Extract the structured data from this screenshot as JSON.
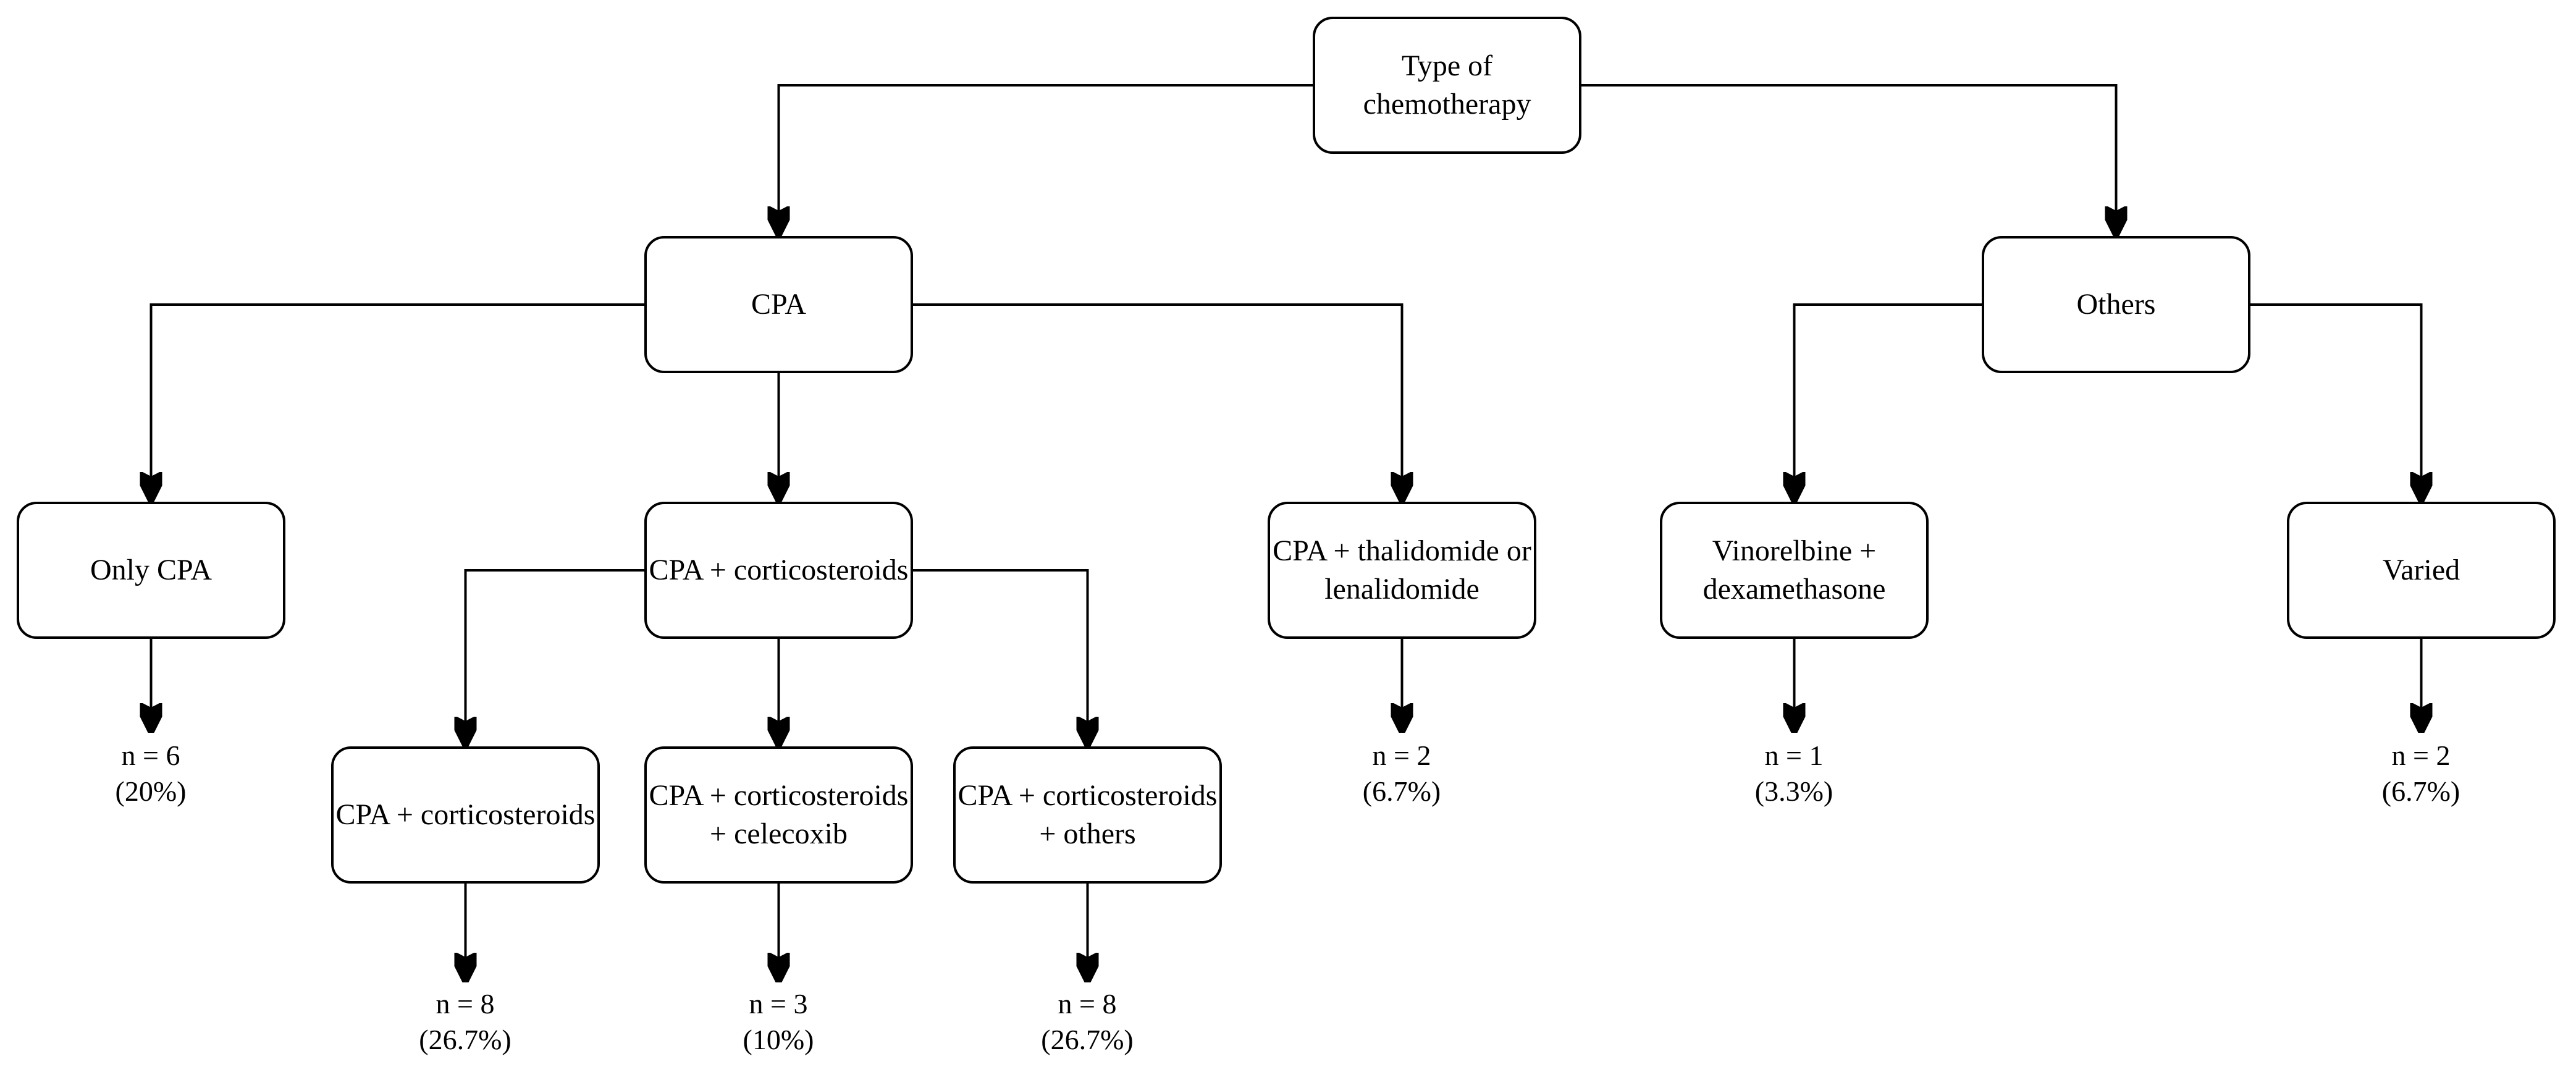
{
  "diagram": {
    "type": "flowchart",
    "background_color": "#ffffff",
    "box_fill": "#ffffff",
    "box_border_color": "#000000",
    "line_color": "#000000",
    "text_color": "#000000"
  },
  "nodes": {
    "root": {
      "label": "Type of chemotherapy",
      "line1": "Type of",
      "line2": "chemotherapy"
    },
    "cpa": {
      "label": "CPA"
    },
    "others": {
      "label": "Others"
    },
    "only_cpa": {
      "label": "Only CPA"
    },
    "cpa_corticosteroids_group": {
      "label": "CPA + corticosteroids"
    },
    "cpa_thalidomide": {
      "label": "CPA + thalidomide or lenalidomide",
      "line1": "CPA + thalidomide or",
      "line2": "lenalidomide"
    },
    "vinorelbine": {
      "label": "Vinorelbine + dexamethasone",
      "line1": "Vinorelbine +",
      "line2": "dexamethasone"
    },
    "varied": {
      "label": "Varied"
    },
    "cpa_corticosteroids": {
      "label": "CPA + corticosteroids"
    },
    "cpa_corticosteroids_celecoxib": {
      "label": "CPA + corticosteroids + celecoxib",
      "line1": "CPA + corticosteroids",
      "line2": "+ celecoxib"
    },
    "cpa_corticosteroids_others": {
      "label": "CPA + corticosteroids + others",
      "line1": "CPA + corticosteroids",
      "line2": "+ others"
    }
  },
  "leaves": {
    "only_cpa": {
      "n": "n = 6",
      "pct": "(20%)"
    },
    "cpa_corticosteroids": {
      "n": "n = 8",
      "pct": "(26.7%)"
    },
    "cpa_corticosteroids_celecoxib": {
      "n": "n = 3",
      "pct": "(10%)"
    },
    "cpa_corticosteroids_others": {
      "n": "n = 8",
      "pct": "(26.7%)"
    },
    "cpa_thalidomide": {
      "n": "n = 2",
      "pct": "(6.7%)"
    },
    "vinorelbine": {
      "n": "n = 1",
      "pct": "(3.3%)"
    },
    "varied": {
      "n": "n = 2",
      "pct": "(6.7%)"
    }
  },
  "edges": [
    {
      "from": "Type of chemotherapy",
      "to": "CPA"
    },
    {
      "from": "Type of chemotherapy",
      "to": "Others"
    },
    {
      "from": "CPA",
      "to": "Only CPA"
    },
    {
      "from": "CPA",
      "to": "CPA + corticosteroids"
    },
    {
      "from": "CPA",
      "to": "CPA + thalidomide or lenalidomide"
    },
    {
      "from": "Others",
      "to": "Vinorelbine + dexamethasone"
    },
    {
      "from": "Others",
      "to": "Varied"
    },
    {
      "from": "CPA + corticosteroids",
      "to": "CPA + corticosteroids"
    },
    {
      "from": "CPA + corticosteroids",
      "to": "CPA + corticosteroids + celecoxib"
    },
    {
      "from": "CPA + corticosteroids",
      "to": "CPA + corticosteroids + others"
    },
    {
      "from": "Only CPA",
      "to": "n = 6 (20%)"
    },
    {
      "from": "CPA + corticosteroids",
      "to": "n = 8 (26.7%)"
    },
    {
      "from": "CPA + corticosteroids + celecoxib",
      "to": "n = 3 (10%)"
    },
    {
      "from": "CPA + corticosteroids + others",
      "to": "n = 8 (26.7%)"
    },
    {
      "from": "CPA + thalidomide or lenalidomide",
      "to": "n = 2 (6.7%)"
    },
    {
      "from": "Vinorelbine + dexamethasone",
      "to": "n = 1 (3.3%)"
    },
    {
      "from": "Varied",
      "to": "n = 2 (6.7%)"
    }
  ]
}
